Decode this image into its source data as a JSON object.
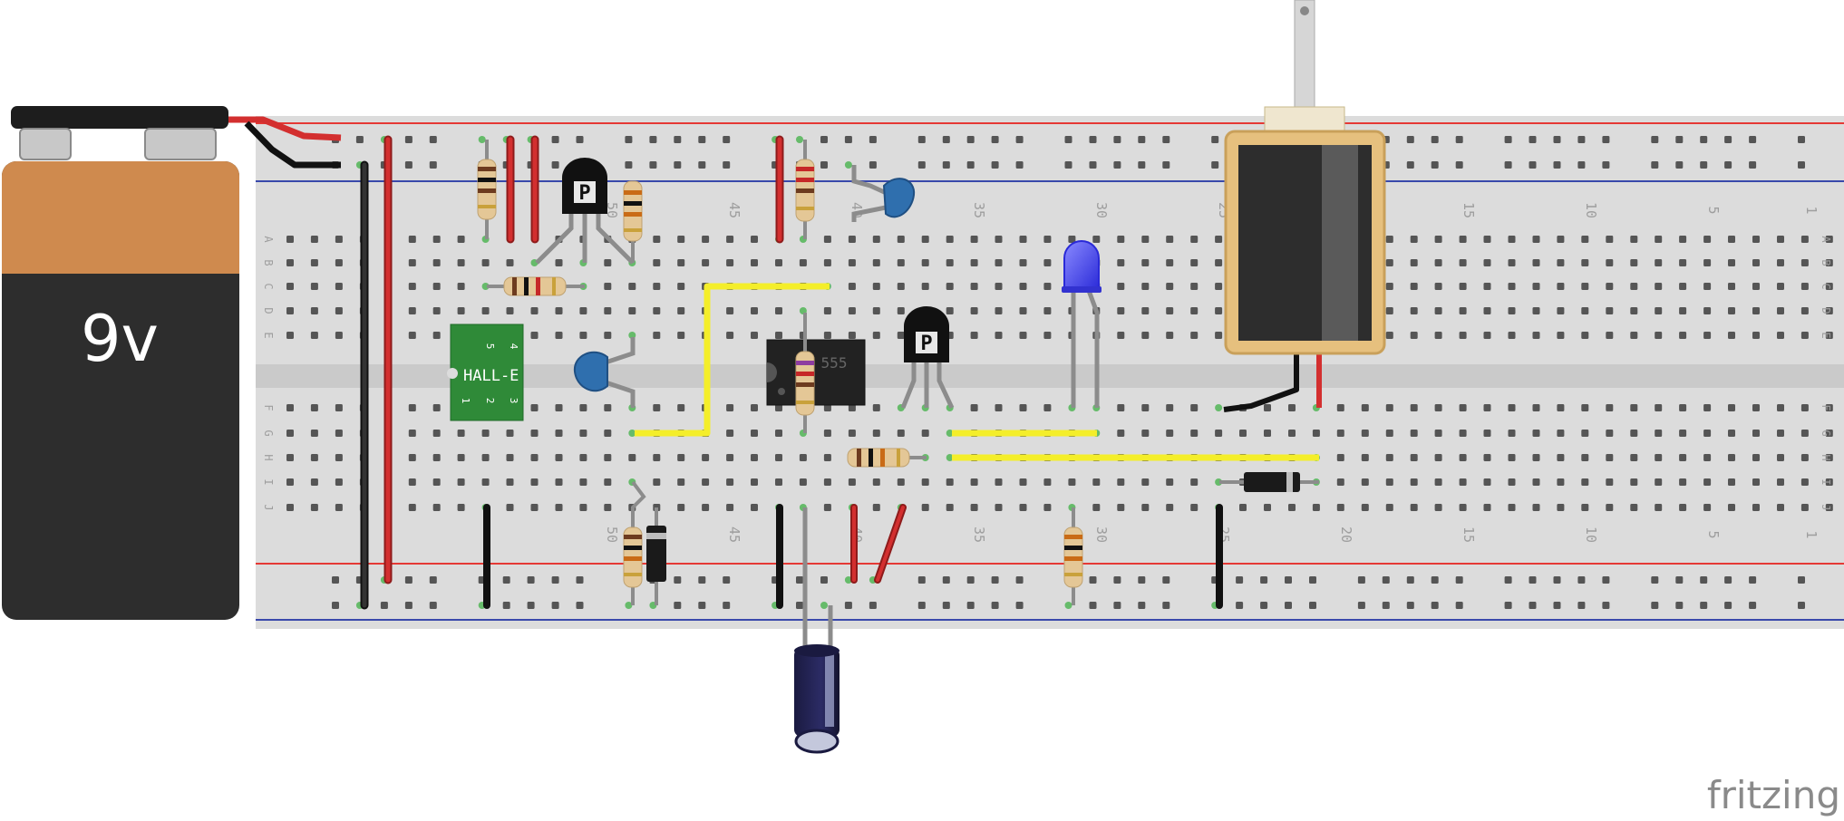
{
  "battery": {
    "label": "9v"
  },
  "sensor": {
    "label": "HALL-E",
    "pin_top_a": "5",
    "pin_top_b": "4",
    "pin_bot_a": "1",
    "pin_bot_b": "2",
    "pin_bot_c": "3"
  },
  "transistor": {
    "mark": "P"
  },
  "ic": {
    "mark": "555"
  },
  "breadboard": {
    "row_letters": [
      "A",
      "B",
      "C",
      "D",
      "E",
      "F",
      "G",
      "H",
      "I",
      "J"
    ],
    "column_numbers": [
      "50",
      "45",
      "40",
      "35",
      "30",
      "25",
      "20",
      "15",
      "10",
      "5",
      "1"
    ]
  },
  "watermark": "fritzing",
  "colors": {
    "board": "#dcdcdc",
    "rail_red": "#e53935",
    "rail_blue": "#3949ab",
    "hole": "#555555",
    "hole_active": "#66bb6a",
    "wire_red": "#c62828",
    "wire_black": "#222222",
    "wire_yellow": "#f4ee2a",
    "lead": "#8c8c8c"
  }
}
